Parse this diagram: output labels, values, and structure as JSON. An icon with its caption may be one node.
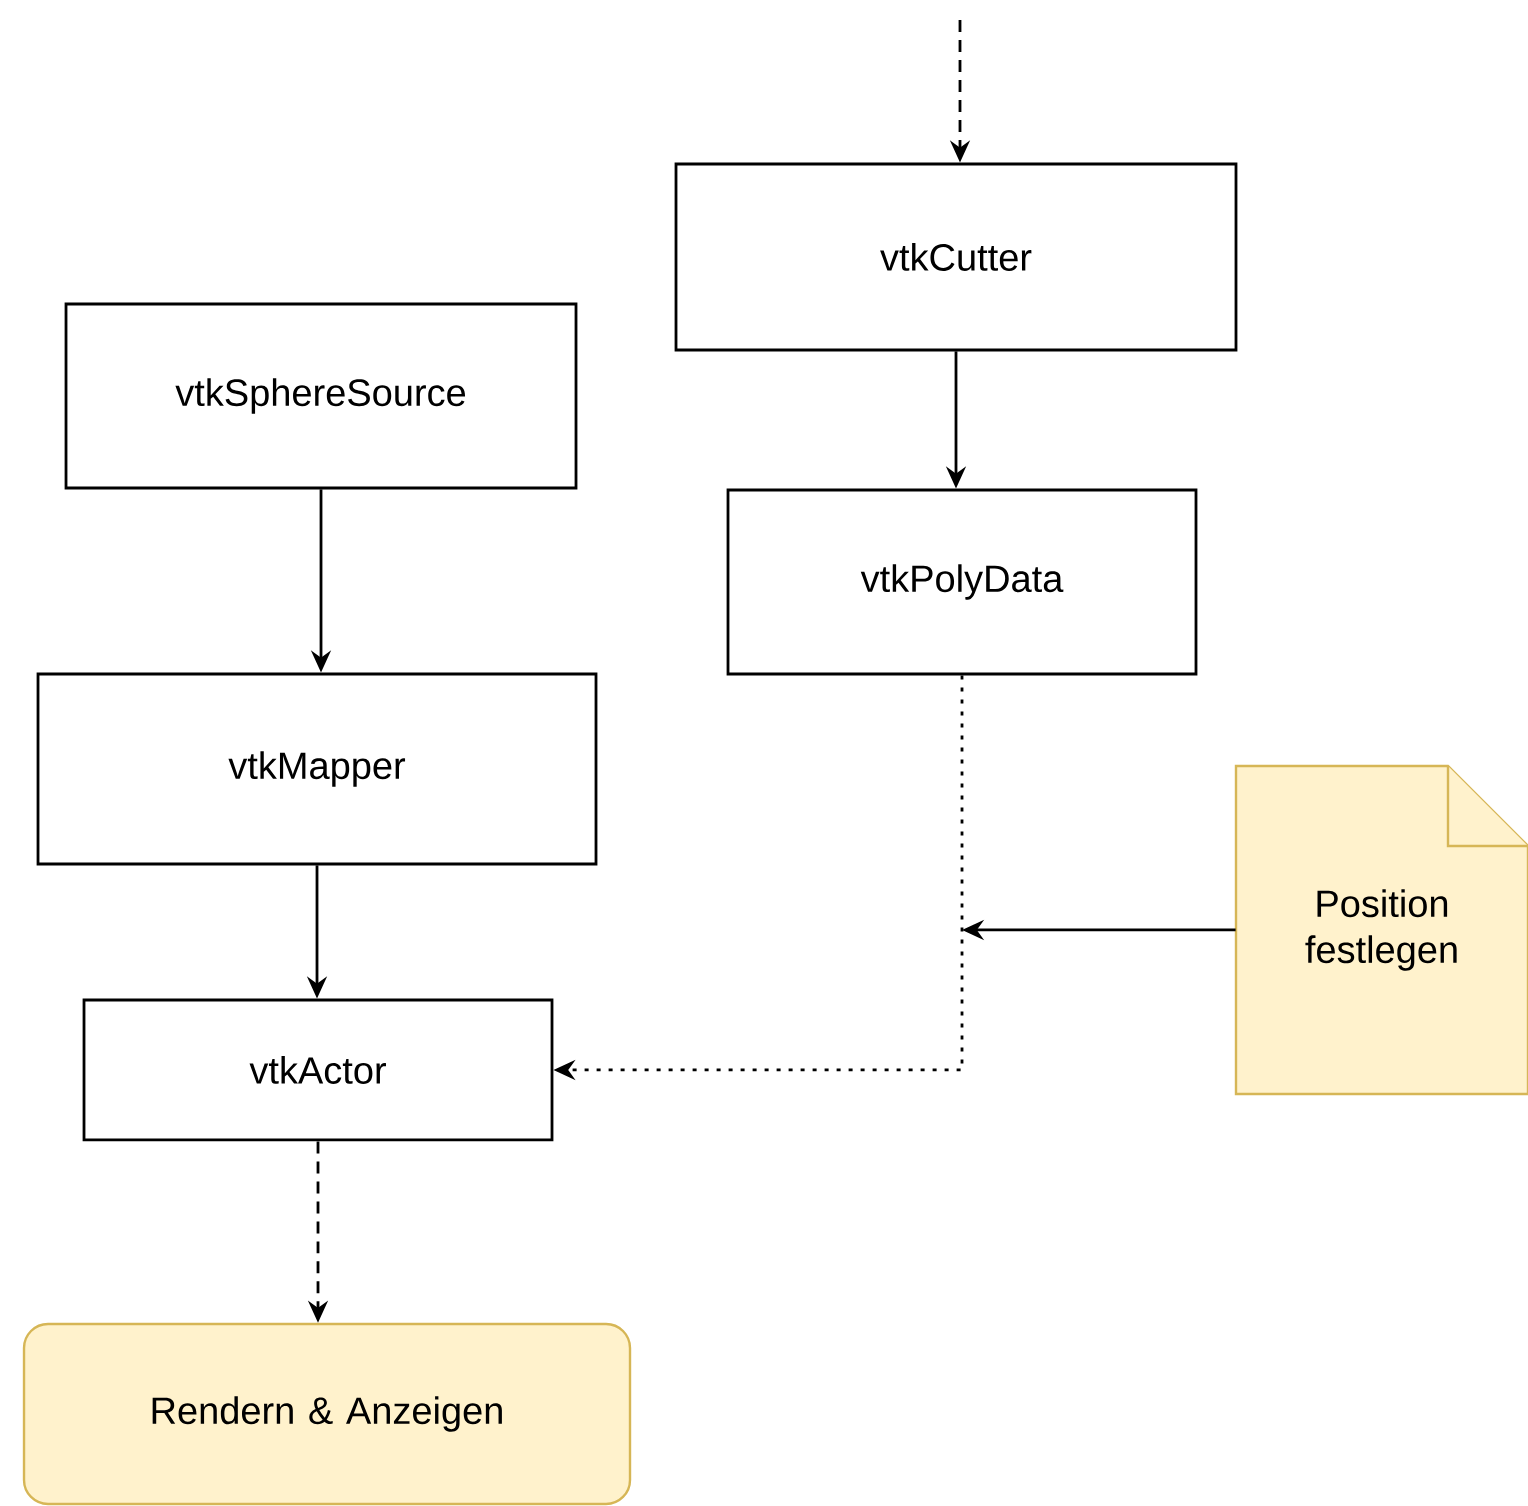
{
  "diagram": {
    "nodes": [
      {
        "text": [
          "vtkSphereSource"
        ]
      },
      {
        "text": [
          "vtkMapper"
        ]
      },
      {
        "text": [
          "vtkActor"
        ]
      },
      {
        "text": [
          "Rendern & Anzeigen"
        ]
      },
      {
        "text": [
          "vtkCutter"
        ]
      },
      {
        "text": [
          "vtkPolyData"
        ]
      },
      {
        "text": [
          "Position festlegen"
        ]
      }
    ],
    "edges": [
      {
        "from": 0,
        "to": 1,
        "arrow": "to"
      },
      {
        "from": 1,
        "to": 2,
        "arrow": "to"
      },
      {
        "from": 2,
        "to": 3,
        "arrow": "to",
        "style": "dashed"
      },
      {
        "from": null,
        "to": 4,
        "arrow": "to",
        "style": "dashed"
      },
      {
        "from": 4,
        "to": 5,
        "arrow": "to"
      },
      {
        "from": 5,
        "to": 2,
        "arrow": "to",
        "style": "dashed"
      },
      {
        "from": 6,
        "to": null,
        "arrow": "to"
      }
    ]
  }
}
